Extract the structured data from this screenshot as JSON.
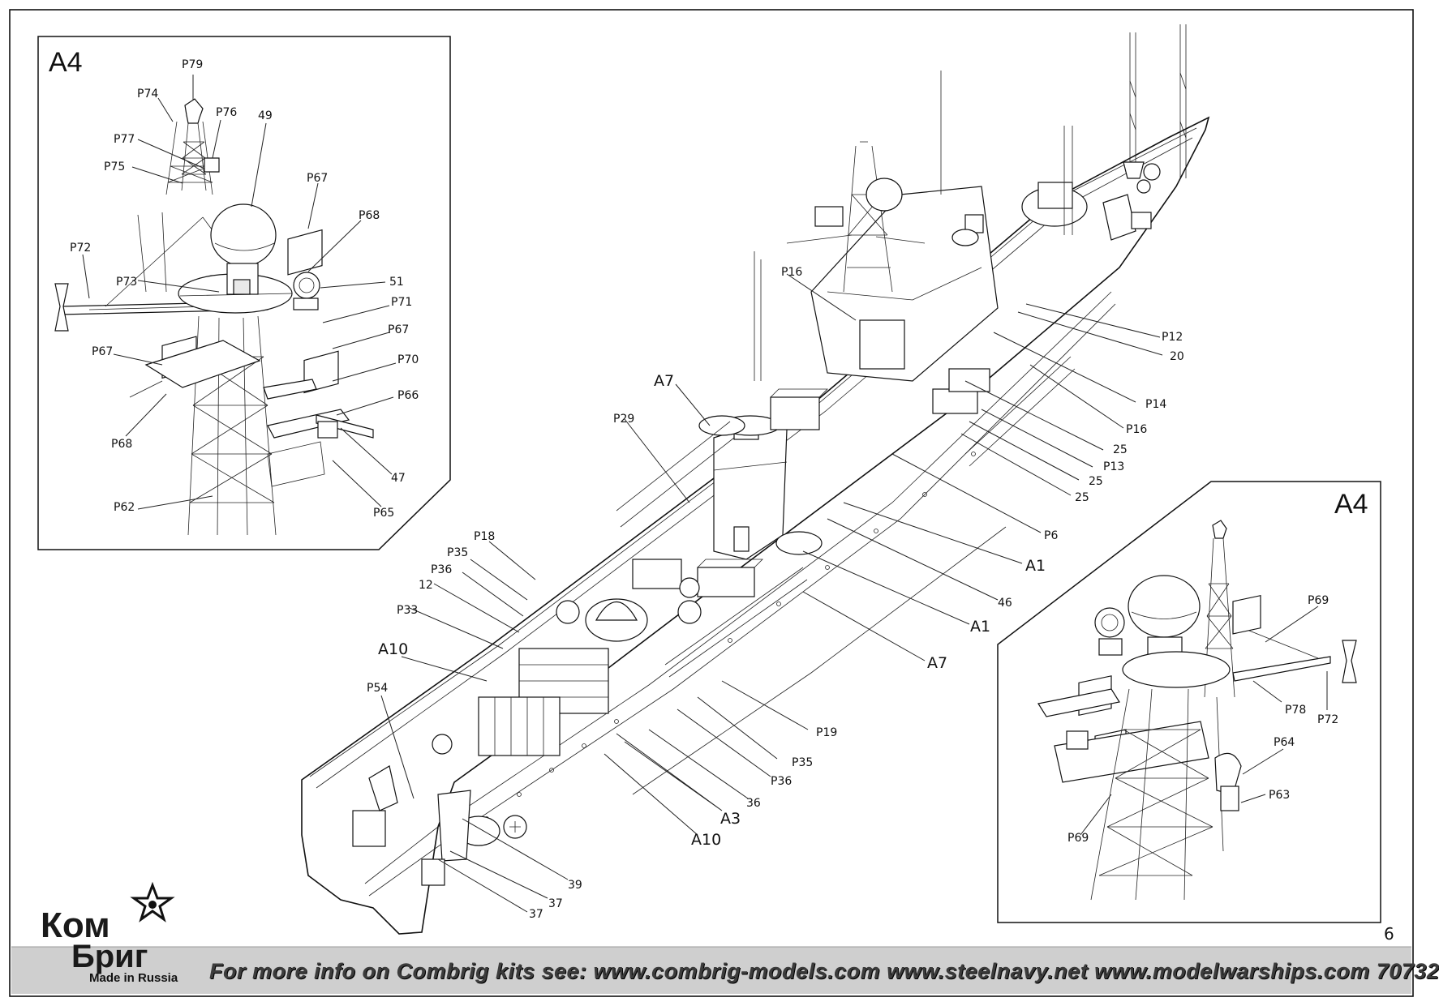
{
  "inset_left": {
    "title": "A4",
    "labels": [
      "P79",
      "P74",
      "P76",
      "49",
      "P77",
      "P75",
      "P67",
      "P68",
      "P72",
      "51",
      "P73",
      "P71",
      "P67",
      "P67",
      "P70",
      "P66",
      "P68",
      "47",
      "P62",
      "P65"
    ]
  },
  "inset_right": {
    "title": "A4",
    "labels": [
      "P69",
      "P78",
      "P72",
      "P64",
      "P63",
      "P69"
    ]
  },
  "main_labels": [
    "P16",
    "P12",
    "20",
    "P14",
    "A7",
    "P16",
    "P29",
    "25",
    "P13",
    "25",
    "25",
    "P6",
    "A1",
    "P18",
    "46",
    "P35",
    "P36",
    "A1",
    "12",
    "P33",
    "A7",
    "A10",
    "P54",
    "P19",
    "P35",
    "P36",
    "36",
    "A3",
    "A10",
    "39",
    "37",
    "37"
  ],
  "page_number": "6",
  "footer": "For more info on Combrig kits see: www.combrig-models.com www.steelnavy.net  www.modelwarships.com  70732",
  "brand": {
    "line1": "Ком",
    "line2": "Бриг",
    "made": "Made in Russia"
  }
}
